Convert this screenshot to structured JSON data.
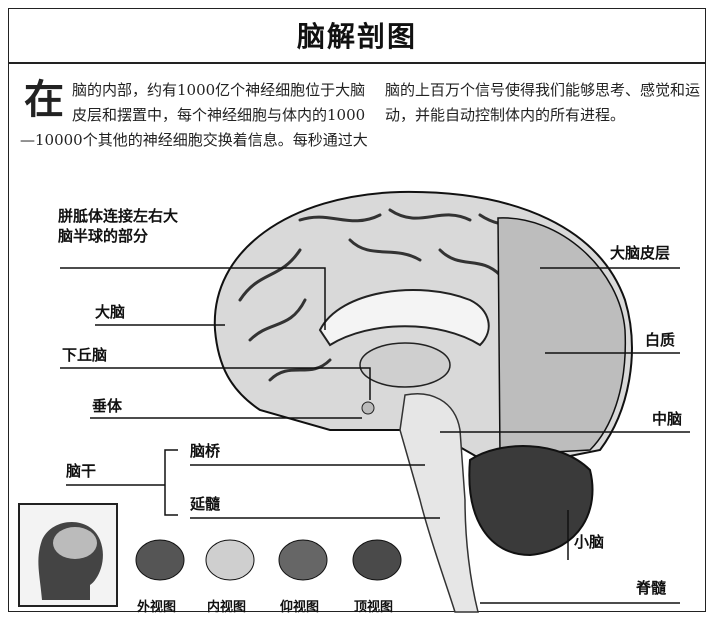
{
  "title": "脑解剖图",
  "intro": {
    "dropcap": "在",
    "left_text": "脑的内部，约有1000亿个神经细胞位于大脑皮层和摆置中，每个神经细胞与体内的1000—10000个其他的神经细胞交换着信息。每秒通过大",
    "right_text": "脑的上百万个信号使得我们能够思考、感觉和运动，并能自动控制体内的所有进程。"
  },
  "labels": {
    "corpus_callosum": "胼胝体连接左右大脑半球的部分",
    "cerebrum": "大脑",
    "hypothalamus": "下丘脑",
    "pituitary": "垂体",
    "brainstem": "脑干",
    "pons": "脑桥",
    "medulla": "延髓",
    "cortex": "大脑皮层",
    "white_matter": "白质",
    "midbrain": "中脑",
    "cerebellum": "小脑",
    "spinal_cord": "脊髓"
  },
  "views": [
    "外视图",
    "内视图",
    "仰视图",
    "顶视图"
  ]
}
